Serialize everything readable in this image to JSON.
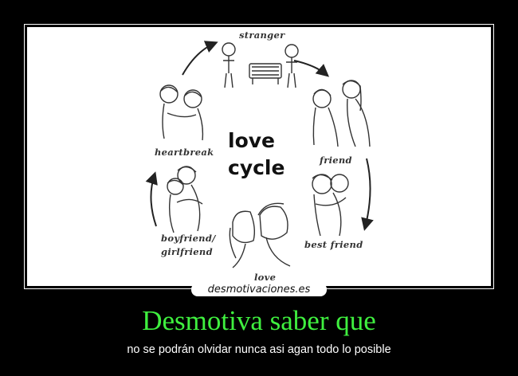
{
  "diagram": {
    "center_line1": "love",
    "center_line2": "cycle",
    "stages": {
      "stranger": "stranger",
      "friend": "friend",
      "best_friend": "best friend",
      "love": "love",
      "boyfriend_line1": "boyfriend/",
      "boyfriend_line2": "girlfriend",
      "heartbreak": "heartbreak"
    }
  },
  "watermark": "desmotivaciones.es",
  "poster": {
    "title": "Desmotiva saber que",
    "caption": "no se podrán olvidar nunca asi agan todo lo posible"
  }
}
